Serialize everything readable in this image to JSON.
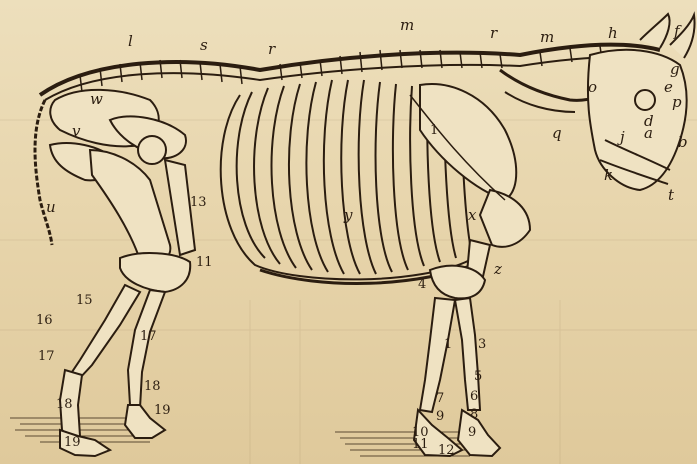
{
  "labels": {
    "l": "l",
    "s": "s",
    "r1": "r",
    "m1": "m",
    "r2": "r",
    "m2": "m",
    "h": "h",
    "f": "f",
    "g": "g",
    "e": "e",
    "p": "p",
    "b": "b",
    "o": "o",
    "q": "q",
    "d": "d",
    "a": "a",
    "j": "j",
    "k": "k",
    "t": "t",
    "w": "w",
    "v": "v",
    "u": "u",
    "y": "y",
    "x": "x",
    "z": "z",
    "n1": "1",
    "n13": "13",
    "n11": "11",
    "n15": "15",
    "n16": "16",
    "n17a": "17",
    "n17b": "17",
    "n18a": "18",
    "n18b": "18",
    "n19a": "19",
    "n19b": "19",
    "n4": "4",
    "n3": "3",
    "n1b": "1",
    "n5": "5",
    "n6": "6",
    "n7": "7",
    "n8": "8",
    "n9a": "9",
    "n9b": "9",
    "n10": "10",
    "n11b": "11",
    "n12": "12"
  }
}
